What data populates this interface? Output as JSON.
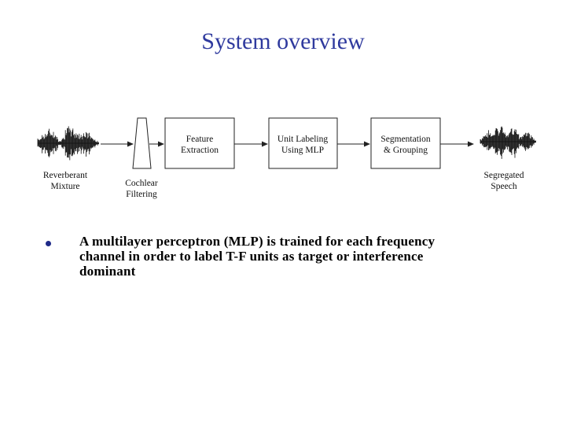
{
  "slide": {
    "title": "System overview"
  },
  "diagram": {
    "input_label_line1": "Reverberant",
    "input_label_line2": "Mixture",
    "filter_label_line1": "Cochlear",
    "filter_label_line2": "Filtering",
    "feature_box_line1": "Feature",
    "feature_box_line2": "Extraction",
    "mlp_box_line1": "Unit Labeling",
    "mlp_box_line2": "Using MLP",
    "seg_box_line1": "Segmentation",
    "seg_box_line2": "& Grouping",
    "output_label_line1": "Segregated",
    "output_label_line2": "Speech"
  },
  "bullets": [
    {
      "line1": "A multilayer perceptron (MLP) is trained for each frequency",
      "line2": "channel in order to label T-F units as target or interference",
      "line3": "dominant"
    }
  ],
  "colors": {
    "title": "#2f3a9e",
    "bullet": "#1f2a88"
  }
}
